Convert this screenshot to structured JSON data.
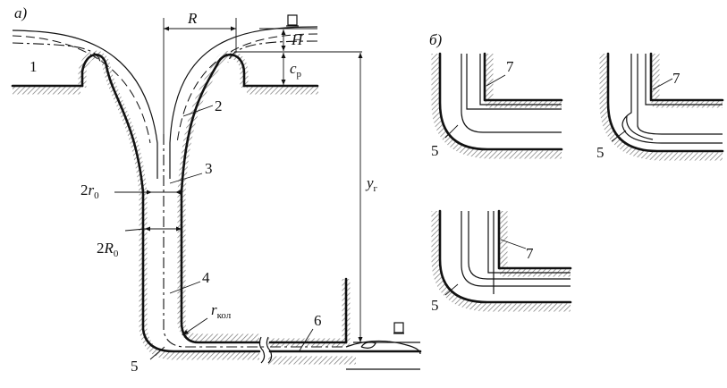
{
  "panel_a": {
    "label": "а)",
    "R": "R",
    "H": "H",
    "cp": {
      "base": "c",
      "sub": "р"
    },
    "yg": {
      "base": "y",
      "sub": "г"
    },
    "r0": {
      "pre": "2",
      "base": "r",
      "sub": "0"
    },
    "R0": {
      "pre": "2",
      "base": "R",
      "sub": "0"
    },
    "rkol": {
      "base": "r",
      "sub": "кол"
    },
    "n1": "1",
    "n2": "2",
    "n3": "3",
    "n4": "4",
    "n5": "5",
    "n6": "6"
  },
  "panel_b": {
    "label": "б)",
    "top_left": {
      "n5": "5",
      "n7": "7"
    },
    "top_right": {
      "n5": "5",
      "n7": "7"
    },
    "bottom": {
      "n5": "5",
      "n7": "7"
    }
  }
}
